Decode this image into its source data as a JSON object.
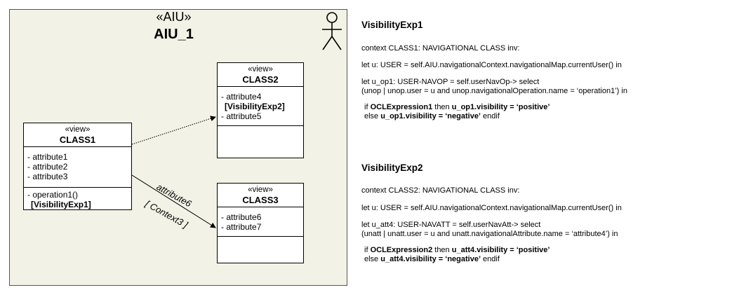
{
  "frame": {
    "stereotype": "«AIU»",
    "name": "AIU_1"
  },
  "class1": {
    "stereotype": "«view»",
    "name": "CLASS1",
    "attributes": [
      "- attribute1",
      "- attribute2",
      "- attribute3"
    ],
    "operation": "- operation1()",
    "visibility_ref": "[VisibilityExp1]"
  },
  "class2": {
    "stereotype": "«view»",
    "name": "CLASS2",
    "attr_a": "- attribute4",
    "visibility_ref": "[VisibilityExp2]",
    "attr_b": "- attribute5"
  },
  "class3": {
    "stereotype": "«view»",
    "name": "CLASS3",
    "attributes": [
      "- attribute6",
      "- attribute7"
    ]
  },
  "relation_labels": {
    "attr6": "attribute6",
    "context3": "[ Context3 ]"
  },
  "exp1": {
    "title": "VisibilityExp1",
    "context": "context CLASS1: NAVIGATIONAL CLASS inv:",
    "let_u": "let u: USER =    self.AIU.navigationalContext.navigationalMap.currentUser() in",
    "let_op_1": "let  u_op1: USER-NAVOP = self.userNavOp-> select",
    "let_op_2": "(unop | unop.user = u and unop.navigationalOperation.name = ‘operation1’) in",
    "if_kw": "if  ",
    "if_expr": "OCLExpression1",
    "then_kw": "  then ",
    "then_expr": "u_op1.visibility = ‘positive’",
    "else_kw": "else ",
    "else_expr": "u_op1.visibility = ‘negative’",
    "endif": "   endif"
  },
  "exp2": {
    "title": "VisibilityExp2",
    "context": "context CLASS2: NAVIGATIONAL CLASS inv:",
    "let_u": "let u: USER =    self.AIU.navigationalContext.navigationalMap.currentUser() in",
    "let_att_1": "let  u_att4: USER-NAVATT = self.userNavAtt-> select",
    "let_att_2": "(unatt | unatt.user = u and unatt.navigationalAttribute.name = ‘attribute4’) in",
    "if_kw": "if  ",
    "if_expr": "OCLExpression2",
    "then_kw": " then ",
    "then_expr": "u_att4.visibility = ‘positive’",
    "else_kw": "else ",
    "else_expr": "u_att4.visibility = ‘negative’",
    "endif": " endif"
  }
}
